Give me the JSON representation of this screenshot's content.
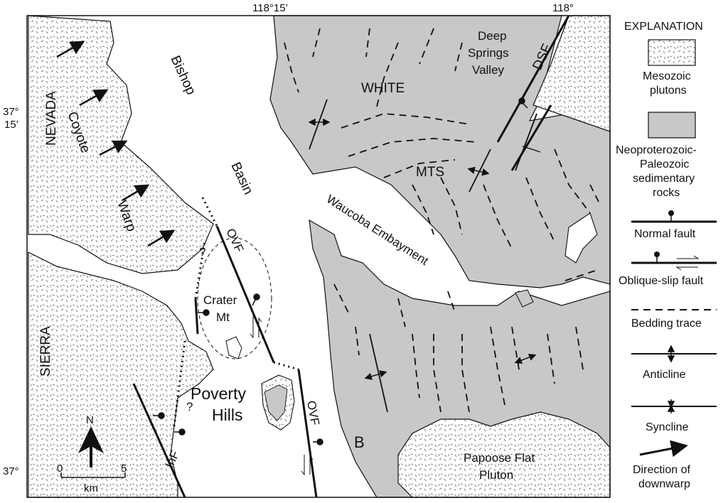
{
  "coords": {
    "top_left": "118°15’",
    "top_right": "118°",
    "left_upper_1": "37°",
    "left_upper_2": "15’",
    "left_lower": "37°"
  },
  "places": {
    "bishop": "Bishop",
    "basin": "Basin",
    "nevada": "NEVADA",
    "coyote": "Coyote",
    "warp": "Warp",
    "sierra": "SIERRA",
    "white": "WHITE",
    "mts": "MTS",
    "deep1": "Deep",
    "deep2": "Springs",
    "deep3": "Valley",
    "dsf": "DSF",
    "waucoba": "Waucoba Embayment",
    "ovf_north": "OVF",
    "ovf_south": "OVF",
    "crater1": "Crater",
    "crater2": "Mt",
    "poverty1": "Poverty",
    "poverty2": "Hills",
    "inf": "InF",
    "b": "B",
    "papoose1": "Papoose Flat",
    "papoose2": "Pluton",
    "q1": "?",
    "q2": "?"
  },
  "scale": {
    "north": "N",
    "zero": "0",
    "five": "5",
    "unit": "km"
  },
  "legend": {
    "title": "EXPLANATION",
    "plutons1": "Mesozoic",
    "plutons2": "plutons",
    "sed1": "Neoproterozoic-",
    "sed2": "Paleozoic",
    "sed3": "sedimentary",
    "sed4": "rocks",
    "normal": "Normal fault",
    "oblique": "Oblique-slip fault",
    "bedding": "Bedding trace",
    "anticline": "Anticline",
    "syncline": "Syncline",
    "down1": "Direction of",
    "down2": "downwarp"
  },
  "colors": {
    "sedimentary_fill": "#c8c8c8",
    "pluton_fill": "#ffffff",
    "line": "#111111"
  }
}
